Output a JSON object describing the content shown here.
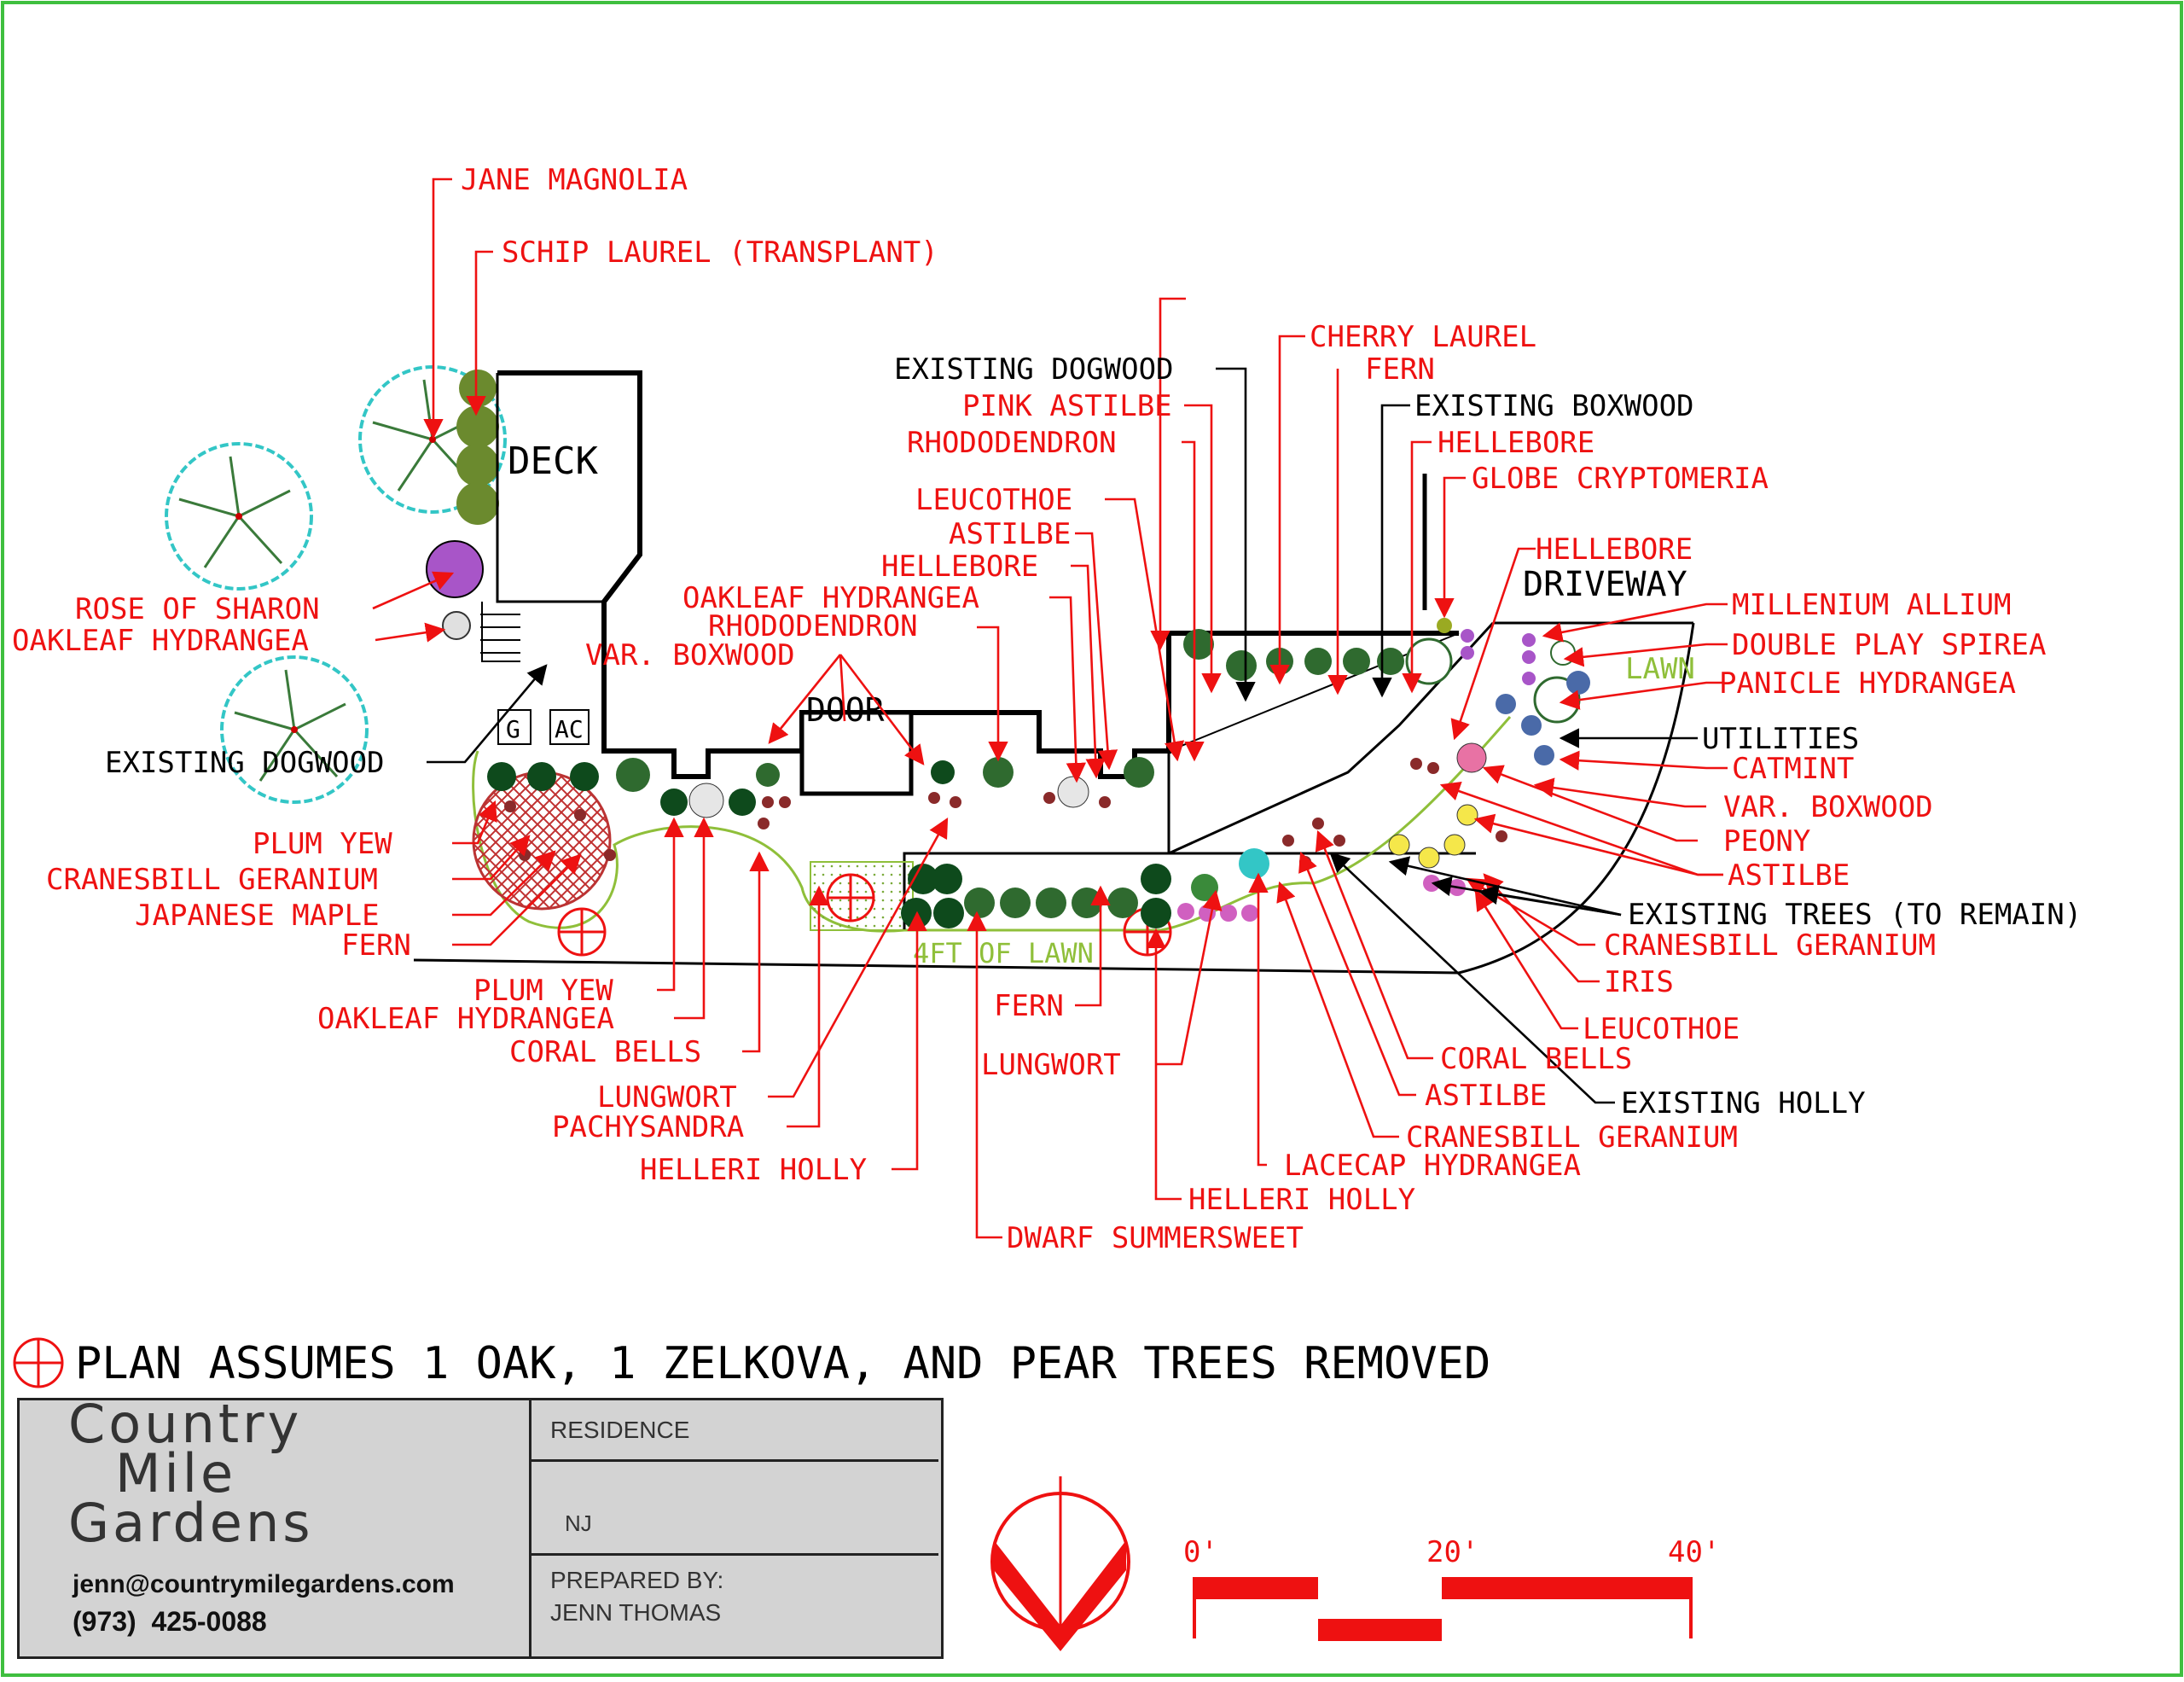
{
  "structures": {
    "deck": "DECK",
    "door": "DOOR",
    "driveway": "DRIVEWAY",
    "lawn": "LAWN",
    "lawn_strip": "4FT OF LAWN",
    "g": "G",
    "ac": "AC"
  },
  "labels": {
    "jane_magnolia": "JANE MAGNOLIA",
    "schip_laurel": "SCHIP LAUREL (TRANSPLANT)",
    "rose_of_sharon": "ROSE OF SHARON",
    "oakleaf_hydrangea_deck": "OAKLEAF HYDRANGEA",
    "existing_dogwood_left": "EXISTING DOGWOOD",
    "var_boxwood_door": "VAR. BOXWOOD",
    "plum_yew_left": "PLUM YEW",
    "cranesbill_left": "CRANESBILL GERANIUM",
    "japanese_maple": "JAPANESE MAPLE",
    "fern_left": "FERN",
    "plum_yew_bottom": "PLUM YEW",
    "oakleaf_bottom": "OAKLEAF HYDRANGEA",
    "coral_bells_bottom": "CORAL BELLS",
    "lungwort_bottom": "LUNGWORT",
    "pachysandra": "PACHYSANDRA",
    "helleri_holly_bottom": "HELLERI HOLLY",
    "dwarf_summersweet": "DWARF SUMMERSWEET",
    "fern_mid": "FERN",
    "lungwort_mid": "LUNGWORT",
    "helleri_holly_mid": "HELLERI HOLLY",
    "lacecap": "LACECAP HYDRANGEA",
    "cranesbill_mid": "CRANESBILL GERANIUM",
    "astilbe_mid": "ASTILBE",
    "coral_bells_right": "CORAL BELLS",
    "existing_holly": "EXISTING HOLLY",
    "leucothoe_right": "LEUCOTHOE",
    "iris": "IRIS",
    "cranesbill_right": "CRANESBILL GERANIUM",
    "existing_trees": "EXISTING TREES (TO REMAIN)",
    "astilbe_right": "ASTILBE",
    "peony": "PEONY",
    "var_boxwood_right": "VAR. BOXWOOD",
    "catmint": "CATMINT",
    "utilities": "UTILITIES",
    "panicle": "PANICLE HYDRANGEA",
    "double_play": "DOUBLE PLAY SPIREA",
    "millenium": "MILLENIUM ALLIUM",
    "hellebore_drive": "HELLEBORE",
    "globe_cryptomeria": "GLOBE CRYPTOMERIA",
    "hellebore_top": "HELLEBORE",
    "existing_boxwood": "EXISTING BOXWOOD",
    "fern_top": "FERN",
    "cherry_laurel": "CHERRY LAUREL",
    "existing_dogwood_top": "EXISTING DOGWOOD",
    "pink_astilbe": "PINK ASTILBE",
    "rhododendron_top": "RHODODENDRON",
    "leucothoe_top": "LEUCOTHOE",
    "astilbe_top": "ASTILBE",
    "hellebore_mid": "HELLEBORE",
    "oakleaf_mid": "OAKLEAF HYDRANGEA",
    "rhododendron_mid": "RHODODENDRON"
  },
  "note": "PLAN ASSUMES 1 OAK, 1 ZELKOVA, AND PEAR TREES REMOVED",
  "title_block": {
    "company_line1": "Country",
    "company_line2": "Mile",
    "company_line3": "Gardens",
    "email": "jenn@countrymilegardens.com",
    "phone": "(973)  425-0088",
    "project": "RESIDENCE",
    "state": "NJ",
    "prepared_label": "PREPARED BY:",
    "prepared_name": "JENN THOMAS"
  },
  "scale_bar": {
    "tick_0": "0'",
    "tick_20": "20'",
    "tick_40": "40'"
  },
  "colors": {
    "label_red": "#ee1111",
    "lawn_green": "#8fbf3a",
    "border_green": "#3fbf3f",
    "title_block_gray": "#d3d3d3"
  }
}
